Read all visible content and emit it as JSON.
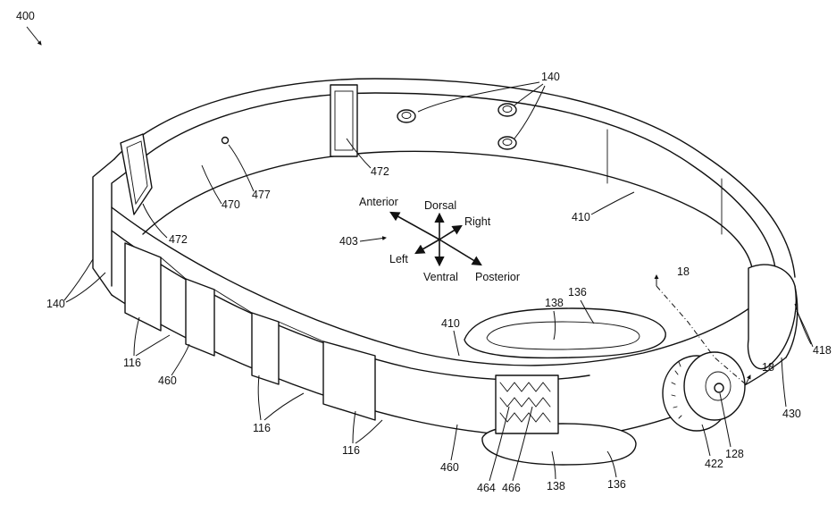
{
  "figure": {
    "figure_number": "400",
    "directions": {
      "anterior": "Anterior",
      "dorsal": "Dorsal",
      "right": "Right",
      "left": "Left",
      "ventral": "Ventral",
      "posterior": "Posterior",
      "ref": "403"
    },
    "labels": {
      "l140_top": "140",
      "l472_a": "472",
      "l472_b": "472",
      "l470": "470",
      "l477": "477",
      "l410_a": "410",
      "l410_b": "410",
      "l140_left": "140",
      "l116_a": "116",
      "l116_b": "116",
      "l116_c": "116",
      "l460_a": "460",
      "l460_b": "460",
      "l18_a": "18",
      "l18_b": "18",
      "l138_a": "138",
      "l138_b": "138",
      "l136_a": "136",
      "l136_b": "136",
      "l418": "418",
      "l430": "430",
      "l128": "128",
      "l422": "422",
      "l464": "464",
      "l466": "466"
    }
  }
}
